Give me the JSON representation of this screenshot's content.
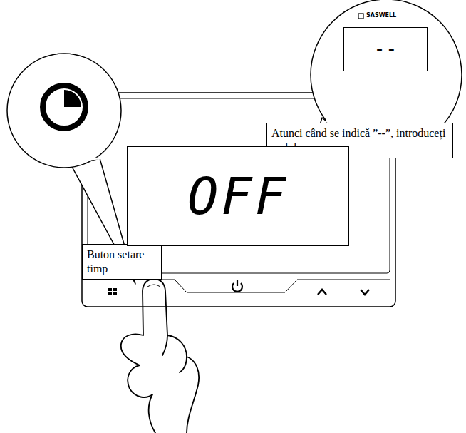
{
  "diagram": {
    "nodes": [
      {
        "text": [
          "Buton setare timp"
        ]
      },
      {
        "text": [
          "Atunci când se indică ”--”, introduceți codul"
        ]
      },
      {
        "text": [
          "OFF"
        ]
      },
      {
        "text": [
          "- -"
        ]
      }
    ],
    "labels": [
      "SASWELL"
    ]
  }
}
